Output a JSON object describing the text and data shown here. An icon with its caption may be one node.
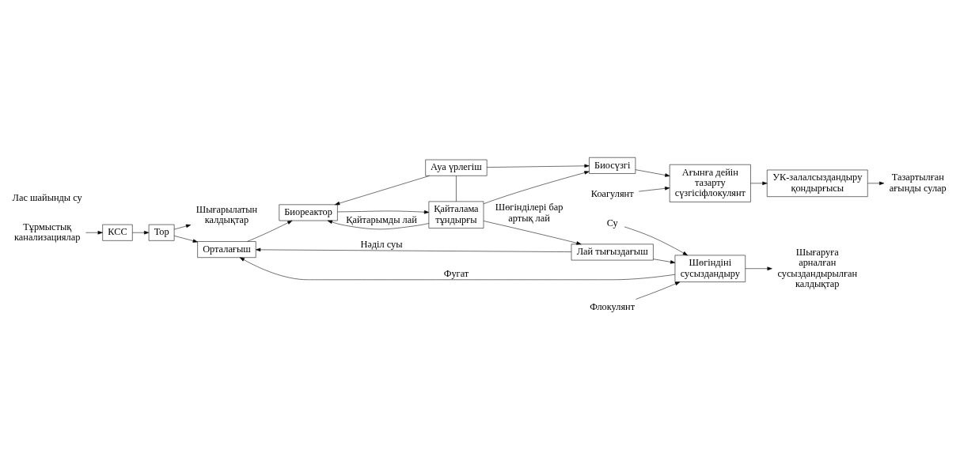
{
  "diagram": {
    "nodes": [
      {
        "text": [
          "Тұрмыстық канализациялар"
        ]
      },
      {
        "text": [
          "КСС"
        ]
      },
      {
        "text": [
          "Тор"
        ]
      },
      {
        "text": [
          "Шығарылатын калдықтар"
        ]
      },
      {
        "text": [
          "Орталағыш"
        ]
      },
      {
        "text": [
          "Биореактор"
        ]
      },
      {
        "text": [
          "Қайталама тұндырғы"
        ]
      },
      {
        "text": [
          "Ауа үрлегіш"
        ]
      },
      {
        "text": [
          "Биосүзгі"
        ]
      },
      {
        "text": [
          "Коагулянт"
        ]
      },
      {
        "text": [
          "Ағынға дейін тазарту сүзгісіфлокулянт"
        ]
      },
      {
        "text": [
          "УК-залалсыздандыру қондырғысы"
        ]
      },
      {
        "text": [
          "Тазартылған ағынды сулар"
        ]
      },
      {
        "text": [
          "Лай тығыздағыш"
        ]
      },
      {
        "text": [
          "Су"
        ]
      },
      {
        "text": [
          "Флокулянт"
        ]
      },
      {
        "text": [
          "Шөгіндіні сусыздандыру"
        ]
      },
      {
        "text": [
          "Шығаруға арналған сусыздандырылған калдықтар"
        ]
      }
    ],
    "edges": [
      {
        "from": 0,
        "to": 1,
        "arrow": "to"
      },
      {
        "from": 1,
        "to": 2,
        "arrow": "to"
      },
      {
        "from": 2,
        "to": 4,
        "arrow": "to"
      },
      {
        "from": 2,
        "to": 3,
        "arrow": "to"
      },
      {
        "from": 4,
        "to": 5,
        "arrow": "to"
      },
      {
        "from": 5,
        "to": 6,
        "arrow": "to"
      },
      {
        "from": 6,
        "to": 8,
        "arrow": "to"
      },
      {
        "from": 7,
        "to": 5,
        "arrow": "to"
      },
      {
        "from": 7,
        "to": 6,
        "arrow": "none"
      },
      {
        "from": 7,
        "to": 8,
        "arrow": "to"
      },
      {
        "from": 6,
        "to": 5,
        "arrow": "to",
        "label": "Қайтарымды лай"
      },
      {
        "from": 6,
        "to": 13,
        "arrow": "to",
        "label": "Шөгінділері бар артық лай"
      },
      {
        "from": 13,
        "to": 4,
        "arrow": "to",
        "label": "Нәділ суы"
      },
      {
        "from": 8,
        "to": 10,
        "arrow": "to"
      },
      {
        "from": 9,
        "to": 10,
        "arrow": "to"
      },
      {
        "from": 10,
        "to": 11,
        "arrow": "to"
      },
      {
        "from": 11,
        "to": 12,
        "arrow": "to"
      },
      {
        "from": 14,
        "to": 16,
        "arrow": "to"
      },
      {
        "from": 13,
        "to": 16,
        "arrow": "to"
      },
      {
        "from": 15,
        "to": 16,
        "arrow": "to"
      },
      {
        "from": 16,
        "to": 17,
        "arrow": "to"
      },
      {
        "from": 16,
        "to": 4,
        "arrow": "to",
        "label": "Фугат"
      }
    ],
    "labels": [
      "Лас шайынды су"
    ]
  }
}
